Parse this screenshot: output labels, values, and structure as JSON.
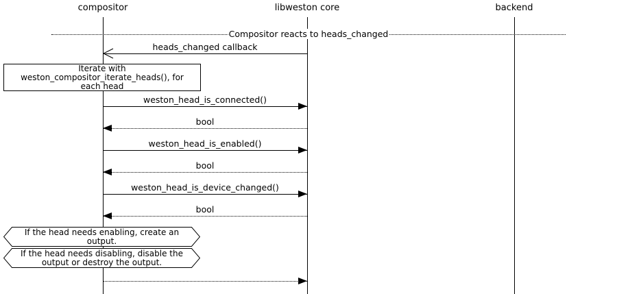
{
  "diagram": {
    "title": "Compositor reacts to heads_changed sequence diagram",
    "colors": {
      "line": "#000000",
      "background": "#ffffff",
      "text": "#000000"
    },
    "participants": [
      {
        "name": "compositor"
      },
      {
        "name": "libweston core"
      },
      {
        "name": "backend"
      }
    ],
    "divider": {
      "label": "Compositor reacts to heads_changed"
    },
    "messages": [
      {
        "label": "heads_changed callback",
        "from": "libweston core",
        "to": "compositor",
        "line": "solid",
        "arrowhead": "open"
      },
      {
        "label": "weston_head_is_connected()",
        "from": "compositor",
        "to": "libweston core",
        "line": "solid",
        "arrowhead": "filled"
      },
      {
        "label": "bool",
        "from": "libweston core",
        "to": "compositor",
        "line": "dotted",
        "arrowhead": "filled"
      },
      {
        "label": "weston_head_is_enabled()",
        "from": "compositor",
        "to": "libweston core",
        "line": "solid",
        "arrowhead": "filled"
      },
      {
        "label": "bool",
        "from": "libweston core",
        "to": "compositor",
        "line": "dotted",
        "arrowhead": "filled"
      },
      {
        "label": "weston_head_is_device_changed()",
        "from": "compositor",
        "to": "libweston core",
        "line": "solid",
        "arrowhead": "filled"
      },
      {
        "label": "bool",
        "from": "libweston core",
        "to": "compositor",
        "line": "dotted",
        "arrowhead": "filled"
      },
      {
        "label": "",
        "from": "compositor",
        "to": "libweston core",
        "line": "dotted",
        "arrowhead": "filled"
      }
    ],
    "notes": [
      {
        "type": "box",
        "text": "Iterate with\nweston_compositor_iterate_heads(), for\neach head"
      },
      {
        "type": "hexagon",
        "text": "If the head needs enabling, create an\noutput."
      },
      {
        "type": "hexagon",
        "text": "If the head needs disabling, disable the\noutput or destroy the output."
      }
    ]
  }
}
